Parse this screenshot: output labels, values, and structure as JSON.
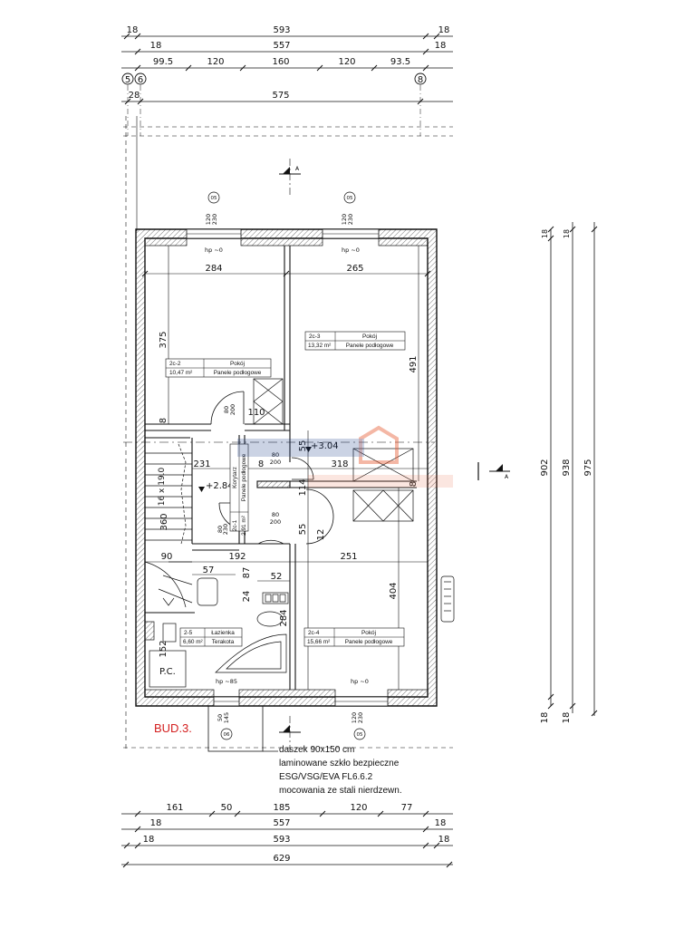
{
  "dimensions": {
    "top_row1": [
      "18",
      "593",
      "18"
    ],
    "top_row2": [
      "18",
      "557",
      "18"
    ],
    "top_row3": [
      "99.5",
      "120",
      "160",
      "120",
      "93.5"
    ],
    "top_row4": [
      "28",
      "575"
    ],
    "right_col1": [
      "18",
      "902",
      "18"
    ],
    "right_col2": [
      "938"
    ],
    "right_col3": [
      "975"
    ],
    "bottom_row1": [
      "161",
      "50",
      "185",
      "120",
      "77"
    ],
    "bottom_row2": [
      "18",
      "557",
      "18"
    ],
    "bottom_row3": [
      "18",
      "593",
      "18"
    ],
    "bottom_row4": [
      "629"
    ]
  },
  "axes": [
    "5",
    "6",
    "8"
  ],
  "internal_dims": {
    "d284": "284",
    "d265": "265",
    "d375": "375",
    "d491": "491",
    "d8a": "8",
    "d110": "110",
    "d231": "231",
    "d318": "318",
    "d8b": "8",
    "d8c": "8",
    "d55a": "55",
    "d55b": "55",
    "d114": "114",
    "d12": "12",
    "d360": "360",
    "d90": "90",
    "d192": "192",
    "d251": "251",
    "d57": "57",
    "d52": "52",
    "d24": "24",
    "d87": "87",
    "d284b": "284",
    "d404": "404",
    "d152": "152",
    "stair": "16 x 19.0"
  },
  "levels": {
    "l1": "+2.84",
    "l2": "+3.04"
  },
  "openings": {
    "o1": "80",
    "o1b": "200",
    "o2": "80",
    "o2b": "200",
    "o3": "80",
    "o3b": "230",
    "o4": "80",
    "o4b": "200",
    "door_tag": "200",
    "w1": "120",
    "w1b": "230",
    "w2": "120",
    "w2b": "230",
    "w3": "120",
    "w3b": "230",
    "w4": "50",
    "w4b": "145",
    "hp1": "hp ~0",
    "hp2": "hp ~0",
    "hp3": "hp ~85",
    "hp4": "hp ~0",
    "tag05": "05",
    "tag06": "06"
  },
  "rooms": [
    {
      "code": "2c-2",
      "name": "Pokój",
      "area": "10,47 m²",
      "floor": "Panele podłogowe"
    },
    {
      "code": "2c-3",
      "name": "Pokój",
      "area": "13,32 m²",
      "floor": "Panele podłogowe"
    },
    {
      "code": "2-5",
      "name": "Łazienka",
      "area": "6,60 m²",
      "floor": "Terakota"
    },
    {
      "code": "2c-4",
      "name": "Pokój",
      "area": "15,66 m²",
      "floor": "Panele podłogowe"
    }
  ],
  "corridor": {
    "code": "2c-1",
    "name": "Korytarz",
    "area": "2,91 m²",
    "floor": "Panele podłogowe"
  },
  "labels": {
    "pc": "P.C.",
    "bud": "BUD.3.",
    "section": "A"
  },
  "note": [
    "daszek 90x150 cm",
    "laminowane szkło bezpieczne",
    "ESG/VSG/EVA FL6.6.2",
    "mocowania ze stali nierdzewn."
  ],
  "colors": {
    "line": "#111111",
    "bud": "#d42020",
    "watermark": "#1c3f8c",
    "watermark_accent": "#e8613a"
  }
}
